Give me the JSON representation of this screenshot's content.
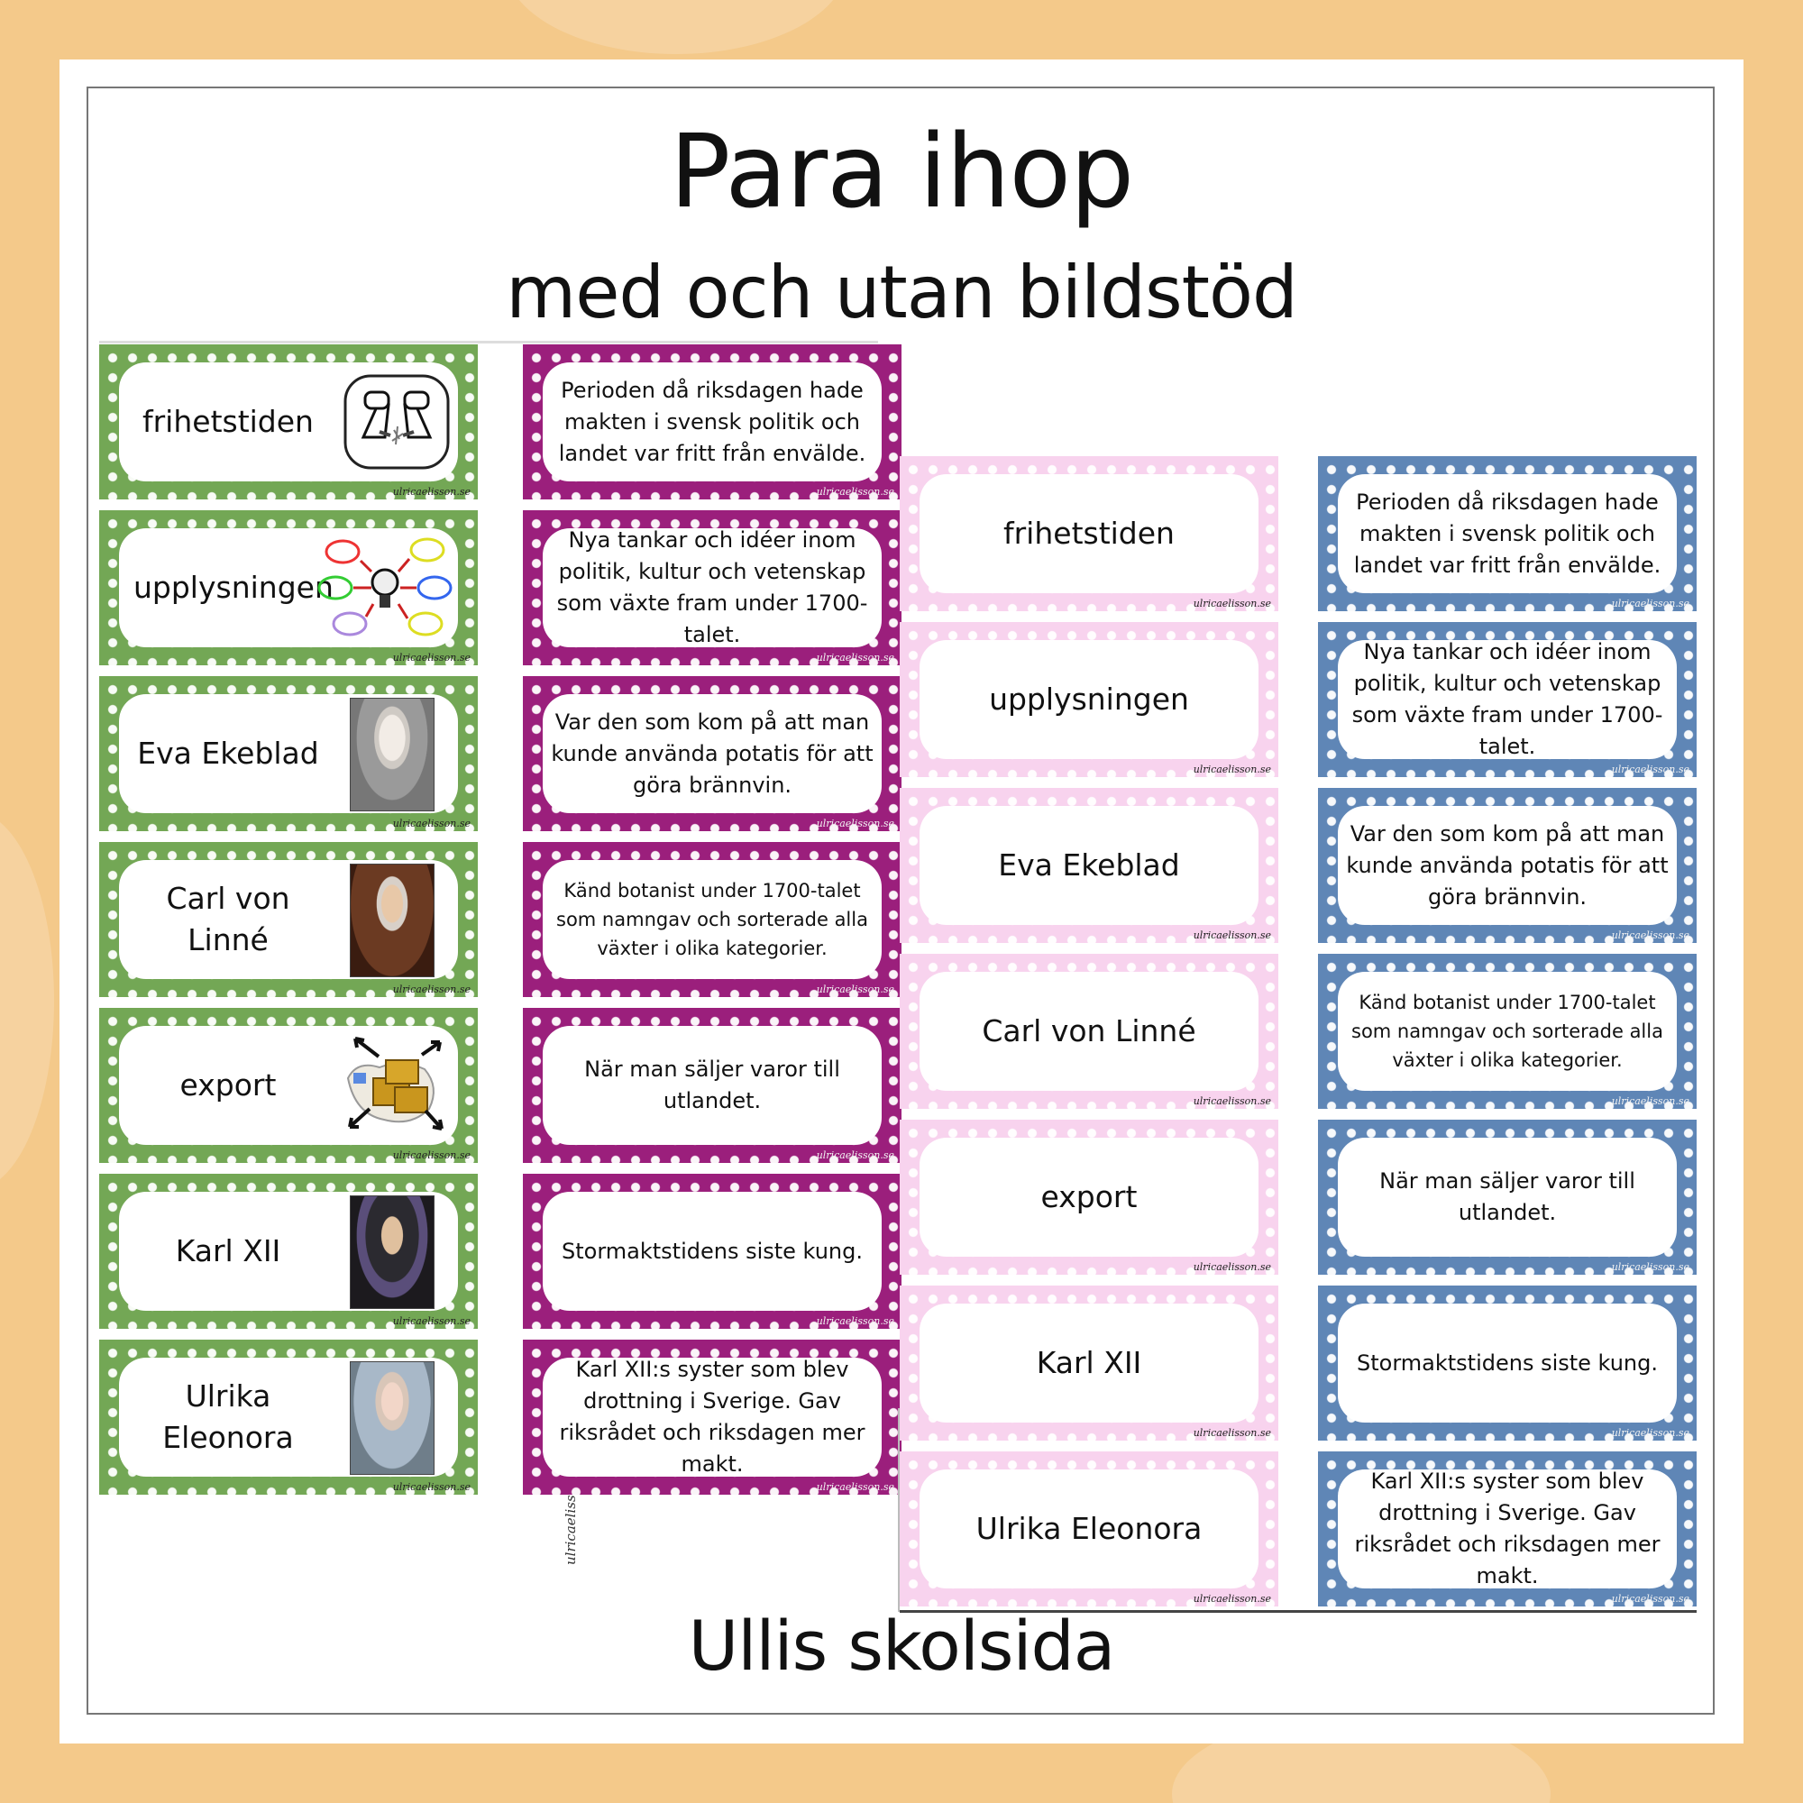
{
  "title": "Para ihop",
  "subtitle": "med och utan bildstöd",
  "footer": "Ullis skolsida",
  "credit": "ulricaelisson.se",
  "colors": {
    "background": "#f4c98a",
    "green_card": "#73a755",
    "purple_card": "#9b1f7c",
    "pink_card": "#f8d3ee",
    "blue_card": "#5f86b6"
  },
  "with_images": {
    "terms": [
      {
        "label": "frihetstiden",
        "icon": "broken-chains-icon"
      },
      {
        "label": "upplysningen",
        "icon": "lightbulb-ideas-icon"
      },
      {
        "label": "Eva Ekeblad",
        "icon": "portrait-eva-ekeblad"
      },
      {
        "label": "Carl von Linné",
        "icon": "portrait-carl-von-linne"
      },
      {
        "label": "export",
        "icon": "export-boxes-icon"
      },
      {
        "label": "Karl XII",
        "icon": "portrait-karl-xii"
      },
      {
        "label": "Ulrika Eleonora",
        "icon": "portrait-ulrika-eleonora"
      }
    ],
    "definitions": [
      "Perioden då riksdagen hade makten i svensk politik och landet var fritt från envälde.",
      "Nya tankar och idéer inom politik, kultur och vetenskap som växte fram under 1700-talet.",
      "Var den som kom på att man kunde använda potatis för att göra brännvin.",
      "Känd botanist under 1700-talet som namngav och sorterade alla växter i olika kategorier.",
      "När man säljer varor till utlandet.",
      "Stormaktstidens siste kung.",
      "Karl XII:s syster som blev drottning i Sverige. Gav riksrådet och riksdagen mer makt."
    ]
  },
  "without_images": {
    "terms": [
      "frihetstiden",
      "upplysningen",
      "Eva Ekeblad",
      "Carl von Linné",
      "export",
      "Karl XII",
      "Ulrika Eleonora"
    ],
    "definitions": [
      "Perioden då riksdagen hade makten i svensk politik och landet var fritt från envälde.",
      "Nya tankar och idéer inom politik, kultur och vetenskap som växte fram under 1700-talet.",
      "Var den som kom på att man kunde använda potatis för att göra brännvin.",
      "Känd botanist under 1700-talet som namngav och sorterade alla växter i olika kategorier.",
      "När man säljer varor till utlandet.",
      "Stormaktstidens siste kung.",
      "Karl XII:s syster som blev drottning i Sverige. Gav riksrådet och riksdagen mer makt."
    ]
  }
}
